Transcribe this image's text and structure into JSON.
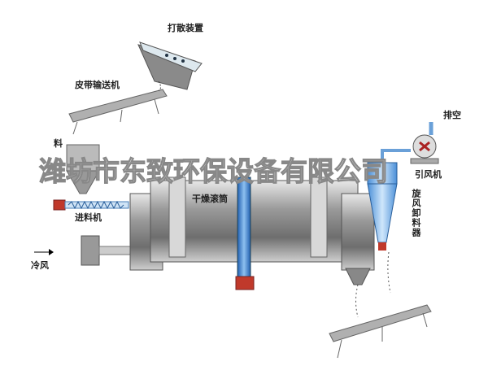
{
  "labels": {
    "scatter_device": "打散装置",
    "belt_conveyor": "皮带输送机",
    "hopper": "料",
    "feeder": "进料机",
    "drum": "干燥滚筒",
    "cold_air": "冷风",
    "exhaust": "排空",
    "fan": "引风机",
    "cyclone": "旋风卸料器"
  },
  "watermark": "潍坊市东致环保设备有限公司",
  "colors": {
    "drum": "#9a9a9a",
    "blue": "#3b7fd0",
    "red": "#c0392b"
  }
}
